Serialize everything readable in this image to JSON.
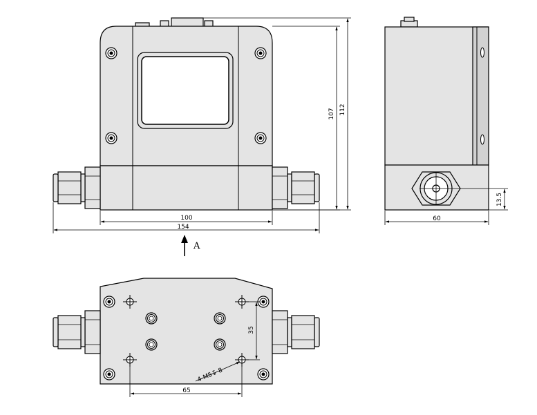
{
  "dimensions": {
    "front_body_width": "100",
    "front_overall_width": "154",
    "front_height_inner": "107",
    "front_height_overall": "112",
    "side_depth": "60",
    "side_port_height": "13.5",
    "bottom_hole_spacing_y": "35",
    "bottom_hole_spacing_x": "65",
    "bottom_thread_note": "4-M5↧ 8"
  },
  "view_marker": {
    "label": "A"
  }
}
